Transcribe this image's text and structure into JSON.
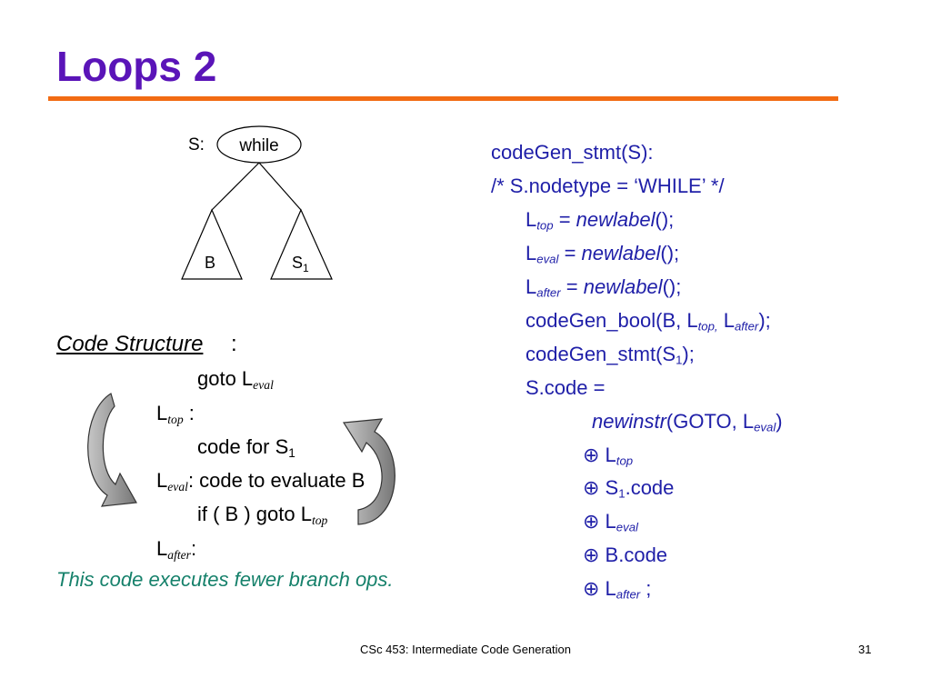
{
  "slide": {
    "title": "Loops 2",
    "footer": "CSc 453: Intermediate Code Generation",
    "page_number": "31",
    "colors": {
      "title": "#5a14b8",
      "rule": "#f26b13",
      "code": "#1f1fa8",
      "note": "#16816b",
      "arrow": "#8a8a8a"
    }
  },
  "tree": {
    "label": "S:",
    "root": "while",
    "left_child": "B",
    "right_child": "S",
    "right_child_sub": "1"
  },
  "code_structure": {
    "heading": "Code Structure",
    "heading_colon": ":",
    "lines": {
      "l1_text": "goto L",
      "l1_sub": "eval",
      "l2_text": "L",
      "l2_sub": "top",
      "l2_after": " :",
      "l3_text": "code for S",
      "l3_sub": "1",
      "l4_text": "L",
      "l4_sub": "eval",
      "l4_after": ": code to evaluate B",
      "l5_text": "if ( B ) goto L",
      "l5_sub": "top",
      "l6_text": "L",
      "l6_sub": "after",
      "l6_after": ":"
    },
    "note": "This code executes fewer branch ops."
  },
  "code": {
    "c1": "codeGen_stmt(S):",
    "c2": "/* S.nodetype = ‘WHILE’ */",
    "c3": {
      "L": "L",
      "sub": "top",
      "eq": " = ",
      "fn": "newlabel",
      "rest": "();"
    },
    "c4": {
      "L": "L",
      "sub": "eval",
      "eq": " = ",
      "fn": "newlabel",
      "rest": "();"
    },
    "c5": {
      "L": "L",
      "sub": "after",
      "eq": " = ",
      "fn": "newlabel",
      "rest": "();"
    },
    "c6": {
      "a": "codeGen_bool(B, L",
      "sub1": "top,",
      "b": " L",
      "sub2": "after",
      "c": ");"
    },
    "c7": {
      "a": "codeGen_stmt(S",
      "sub": "1",
      "b": ");"
    },
    "c8": "S.code =",
    "c9": {
      "fn": "newinstr",
      "a": "(GOTO, L",
      "sub": "eval",
      "b": ")"
    },
    "c10": {
      "op": "⊕ L",
      "sub": "top"
    },
    "c11": {
      "op": "⊕ S",
      "sub": "1",
      "b": ".code"
    },
    "c12": {
      "op": "⊕ L",
      "sub": "eval"
    },
    "c13": {
      "op": "⊕ B.code"
    },
    "c14": {
      "op": "⊕ L",
      "sub": "after",
      "b": " ;"
    }
  }
}
